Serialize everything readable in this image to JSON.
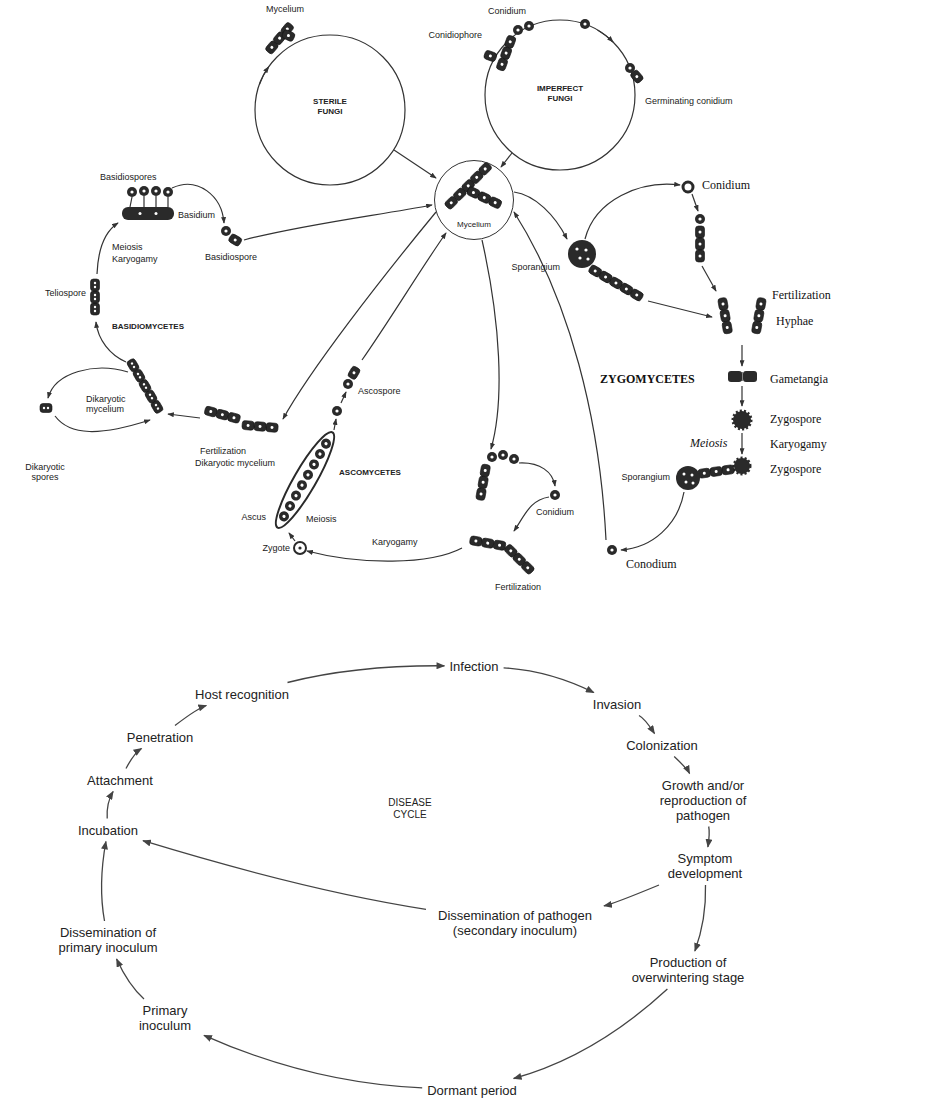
{
  "diagram": {
    "nodes": [
      {
        "text": [
          "Mycelium"
        ]
      },
      {
        "text": [
          "Infection"
        ]
      },
      {
        "text": [
          "Invasion"
        ]
      },
      {
        "text": [
          "Colonization"
        ]
      },
      {
        "text": [
          "Growth and/or reproduction of pathogen"
        ]
      },
      {
        "text": [
          "Symptom development"
        ]
      },
      {
        "text": [
          "Dissemination of pathogen (secondary inoculum)"
        ]
      },
      {
        "text": [
          "Production of overwintering stage"
        ]
      },
      {
        "text": [
          "Dormant period"
        ]
      },
      {
        "text": [
          "Primary inoculum"
        ]
      },
      {
        "text": [
          "Dissemination of primary inoculum"
        ]
      },
      {
        "text": [
          "Incubation"
        ]
      },
      {
        "text": [
          "Attachment"
        ]
      },
      {
        "text": [
          "Penetration"
        ]
      },
      {
        "text": [
          "Host recognition"
        ]
      }
    ],
    "edges": [
      {
        "from": 1,
        "to": 2,
        "arrow": "to"
      },
      {
        "from": 2,
        "to": 3,
        "arrow": "to"
      },
      {
        "from": 3,
        "to": 4,
        "arrow": "to"
      },
      {
        "from": 4,
        "to": 5,
        "arrow": "to"
      },
      {
        "from": 5,
        "to": 6,
        "arrow": "to"
      },
      {
        "from": 6,
        "to": 11,
        "arrow": "to"
      },
      {
        "from": 5,
        "to": 7,
        "arrow": "to"
      },
      {
        "from": 7,
        "to": 8,
        "arrow": "to"
      },
      {
        "from": 8,
        "to": 9,
        "arrow": "to"
      },
      {
        "from": 9,
        "to": 10,
        "arrow": "to"
      },
      {
        "from": 10,
        "to": 11,
        "arrow": "to"
      },
      {
        "from": 11,
        "to": 12,
        "arrow": "to"
      },
      {
        "from": 12,
        "to": 13,
        "arrow": "to"
      },
      {
        "from": 13,
        "to": 14,
        "arrow": "to"
      },
      {
        "from": 14,
        "to": 1,
        "arrow": "to"
      }
    ],
    "labels": [
      "Mycelium",
      "STERILE FUNGI",
      "Conidium",
      "Conidiophore",
      "IMPERFECT FUNGI",
      "Germinating conidium",
      "Conidium",
      "Sporangium",
      "Fertilization",
      "Hyphae",
      "ZYGOMYCETES",
      "Gametangia",
      "Zygospore",
      "Meiosis",
      "Karyogamy",
      "Zygospore",
      "Sporangium",
      "Conodium",
      "Conidium",
      "Fertilization",
      "Karyogamy",
      "Zygote",
      "Meiosis",
      "Ascus",
      "ASCOMYCETES",
      "Ascospore",
      "Basidiospores",
      "Basidium",
      "Basidiospore",
      "Teliospore",
      "Meiosis",
      "Karyogamy",
      "BASIDIOMYCETES",
      "Dikaryotic mycelium",
      "Fertilization",
      "Dikaryotic mycelium",
      "Dikaryotic spores",
      "DISEASE CYCLE"
    ]
  }
}
